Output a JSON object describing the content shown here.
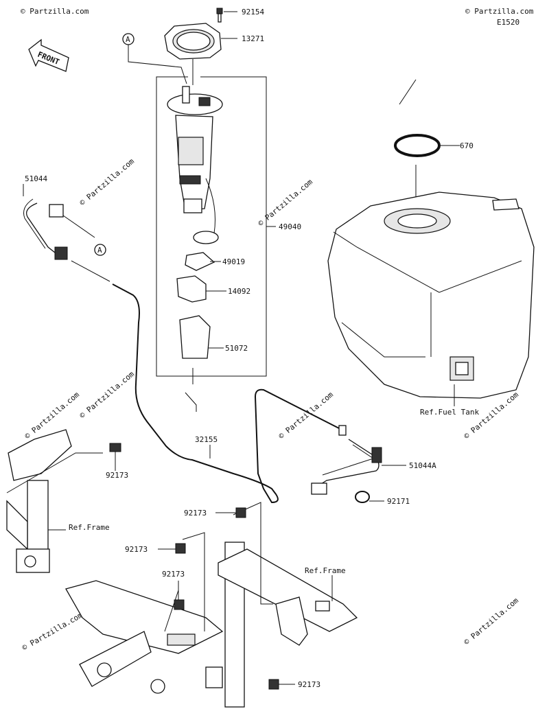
{
  "diagram_code": "E1520",
  "front_label": "FRONT",
  "ref_marker": "A",
  "watermark": "© Partzilla.com",
  "watermark_corner": "© Partzilla.com",
  "parts": {
    "p92154": "92154",
    "p13271": "13271",
    "p49040": "49040",
    "p49019": "49019",
    "p14092": "14092",
    "p51072": "51072",
    "p670": "670",
    "p51044": "51044",
    "p32155": "32155",
    "p51044A": "51044A",
    "p92171": "92171",
    "p92173": "92173"
  },
  "refs": {
    "fuel_tank": "Ref.Fuel Tank",
    "frame": "Ref.Frame"
  }
}
